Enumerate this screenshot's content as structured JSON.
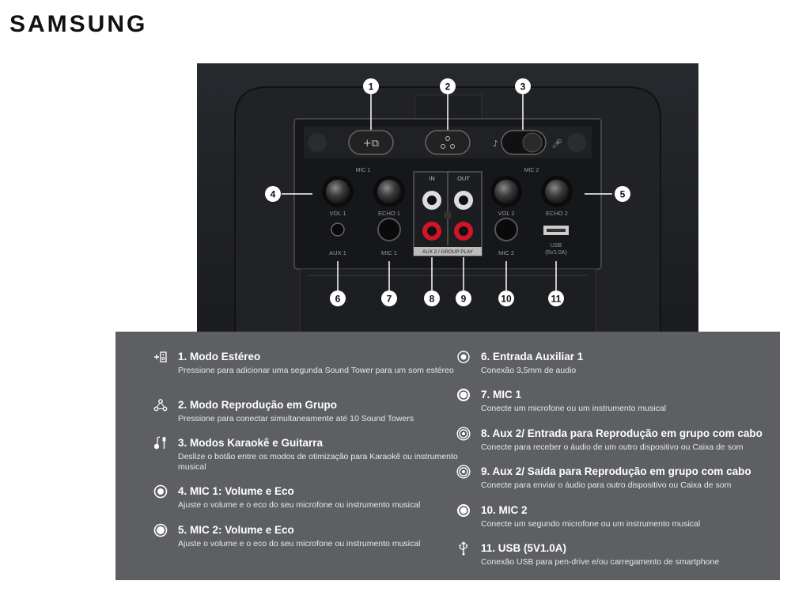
{
  "brand": "SAMSUNG",
  "panel": {
    "callouts": [
      "1",
      "2",
      "3",
      "4",
      "5",
      "6",
      "7",
      "8",
      "9",
      "10",
      "11"
    ],
    "labels": {
      "vol1": "VOL 1",
      "echo1": "ECHO 1",
      "mic1_top": "MIC 1",
      "in": "IN",
      "out": "OUT",
      "mic2_top": "MIC 2",
      "vol2": "VOL 2",
      "echo2": "ECHO 2",
      "aux1": "AUX 1",
      "mic1": "MIC 1",
      "aux2": "AUX 2 / GROUP PLAY",
      "mic2": "MIC 2",
      "usb": "USB",
      "usb_spec": "(5V1.0A)"
    }
  },
  "features": [
    {
      "title": "1.  Modo Estéreo",
      "desc": "Pressione para adicionar uma segunda Sound Tower para um som estéreo",
      "icon": "stereo-add-icon"
    },
    {
      "title": "2. Modo Reprodução em Grupo",
      "desc": "Pressione para conectar simultaneamente até 10 Sound Towers",
      "icon": "group-play-icon"
    },
    {
      "title": "3. Modos Karaokê e Guitarra",
      "desc": "Deslize o botão entre os modos de otimização para Karaokê ou instrumento musical",
      "icon": "guitar-mic-icon"
    },
    {
      "title": "4. MIC  1: Volume e Eco",
      "desc": "Ajuste o volume e o eco do seu microfone ou instrumento musical",
      "icon": "knob-icon"
    },
    {
      "title": "5. MIC 2: Volume e Eco",
      "desc": "Ajuste o volume e o eco do seu microfone ou instrumento musical",
      "icon": "knob-icon"
    },
    {
      "title": "6. Entrada Auxiliar 1",
      "desc": "Conexão 3,5mm de audio",
      "icon": "aux-jack-icon"
    },
    {
      "title": "7. MIC  1",
      "desc": "Conecte um microfone ou um instrumento musical",
      "icon": "mic-jack-icon"
    },
    {
      "title": "8. Aux 2/ Entrada para Reprodução em grupo com cabo",
      "desc": "Conecte para receber o áudio de um outro dispositivo ou Caixa de som",
      "icon": "rca-jack-icon"
    },
    {
      "title": "9. Aux 2/  Saída para Reprodução em grupo com cabo",
      "desc": "Conecte para enviar o áudio para outro dispositivo ou Caixa de som",
      "icon": "rca-jack-icon"
    },
    {
      "title": "10. MIC 2",
      "desc": "Conecte um segundo microfone ou um instrumento musical",
      "icon": "mic-jack-icon"
    },
    {
      "title": "11. USB (5V1.0A)",
      "desc": "Conexão USB para pen-drive e/ou carregamento de smartphone",
      "icon": "usb-icon"
    }
  ]
}
